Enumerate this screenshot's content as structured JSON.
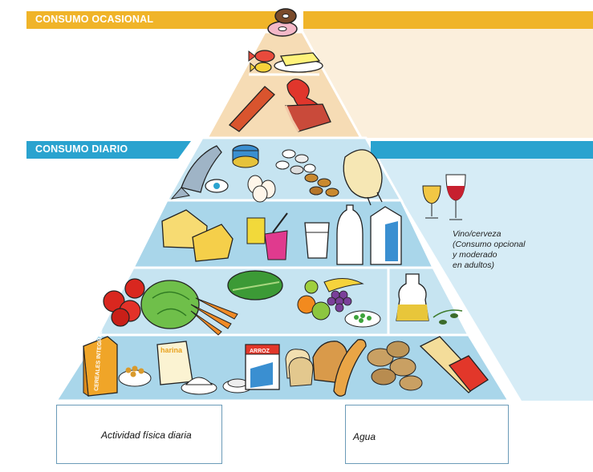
{
  "bands": {
    "occasional": {
      "label": "CONSUMO OCASIONAL",
      "color": "#f0b429"
    },
    "daily": {
      "label": "CONSUMO DIARIO",
      "color": "#2aa3cf"
    }
  },
  "colors": {
    "pyramid_top": "#f6dcb5",
    "pyramid_mid": "#c6e4f1",
    "pyramid_low": "#a9d6ea",
    "panel_bg": "#fbefdc",
    "panel_side": "#d6ecf6"
  },
  "wine_note": {
    "line1": "Vino/cerveza",
    "line2": "(Consumo opcional",
    "line3": "y moderado",
    "line4": "en adultos)"
  },
  "packaging": {
    "cereal_box": "CEREALES INTEGRALES",
    "flour_bag": "harina",
    "rice_box": "ARROZ"
  },
  "bottom_boxes": {
    "activity": "Actividad física diaria",
    "water": "Agua"
  },
  "icons": {
    "activity": "runners-icon",
    "water": "water-glasses-jug-icon"
  }
}
